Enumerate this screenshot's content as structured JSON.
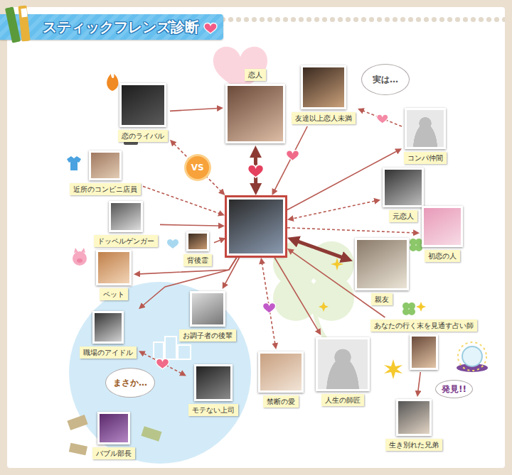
{
  "diagram": {
    "title": "スティックフレンズ診断",
    "nodes": [
      {
        "text": []
      },
      {
        "text": [
          "恋人"
        ]
      },
      {
        "text": [
          "恋のライバル"
        ]
      },
      {
        "text": [
          "友達以上恋人未満"
        ]
      },
      {
        "text": [
          "コンパ仲間"
        ]
      },
      {
        "text": [
          "近所のコンビニ店員"
        ]
      },
      {
        "text": [
          "元恋人"
        ]
      },
      {
        "text": [
          "ドッペルゲンガー"
        ]
      },
      {
        "text": [
          "初恋の人"
        ]
      },
      {
        "text": [
          "背後霊"
        ]
      },
      {
        "text": [
          "ペット"
        ]
      },
      {
        "text": [
          "親友"
        ]
      },
      {
        "text": [
          "お調子者の後輩"
        ]
      },
      {
        "text": [
          "あなたの行く末を見通す占い師"
        ]
      },
      {
        "text": [
          "職場のアイドル"
        ]
      },
      {
        "text": [
          "禁断の愛"
        ]
      },
      {
        "text": [
          "人生の師匠"
        ]
      },
      {
        "text": [
          "モテない上司"
        ]
      },
      {
        "text": [
          "生き別れた兄弟"
        ]
      },
      {
        "text": [
          "バブル部長"
        ]
      }
    ],
    "edges": [
      {
        "from": 2,
        "to": 1,
        "arrow": "to"
      },
      {
        "from": 2,
        "to": 0,
        "arrow": "both",
        "label": "VS"
      },
      {
        "from": 0,
        "to": 1,
        "arrow": "both"
      },
      {
        "from": 3,
        "to": 0,
        "arrow": "to"
      },
      {
        "from": 4,
        "to": 3,
        "arrow": "to"
      },
      {
        "from": 0,
        "to": 4,
        "arrow": "to"
      },
      {
        "from": 5,
        "to": 0,
        "arrow": "to"
      },
      {
        "from": 6,
        "to": 0,
        "arrow": "both"
      },
      {
        "from": 7,
        "to": 0,
        "arrow": "to"
      },
      {
        "from": 0,
        "to": 8,
        "arrow": "to"
      },
      {
        "from": 9,
        "to": 0,
        "arrow": "to"
      },
      {
        "from": 0,
        "to": 10,
        "arrow": "to"
      },
      {
        "from": 0,
        "to": 11,
        "arrow": "both"
      },
      {
        "from": 0,
        "to": 12,
        "arrow": "to"
      },
      {
        "from": 0,
        "to": 14,
        "arrow": "to"
      },
      {
        "from": 13,
        "to": 0,
        "arrow": "to"
      },
      {
        "from": 15,
        "to": 0,
        "arrow": "both"
      },
      {
        "from": 0,
        "to": 16,
        "arrow": "to"
      },
      {
        "from": 13,
        "to": 18,
        "arrow": "to"
      },
      {
        "from": 14,
        "to": 17,
        "arrow": "both"
      }
    ],
    "labels": [
      "実は…",
      "まさか…",
      "発見!!"
    ]
  }
}
